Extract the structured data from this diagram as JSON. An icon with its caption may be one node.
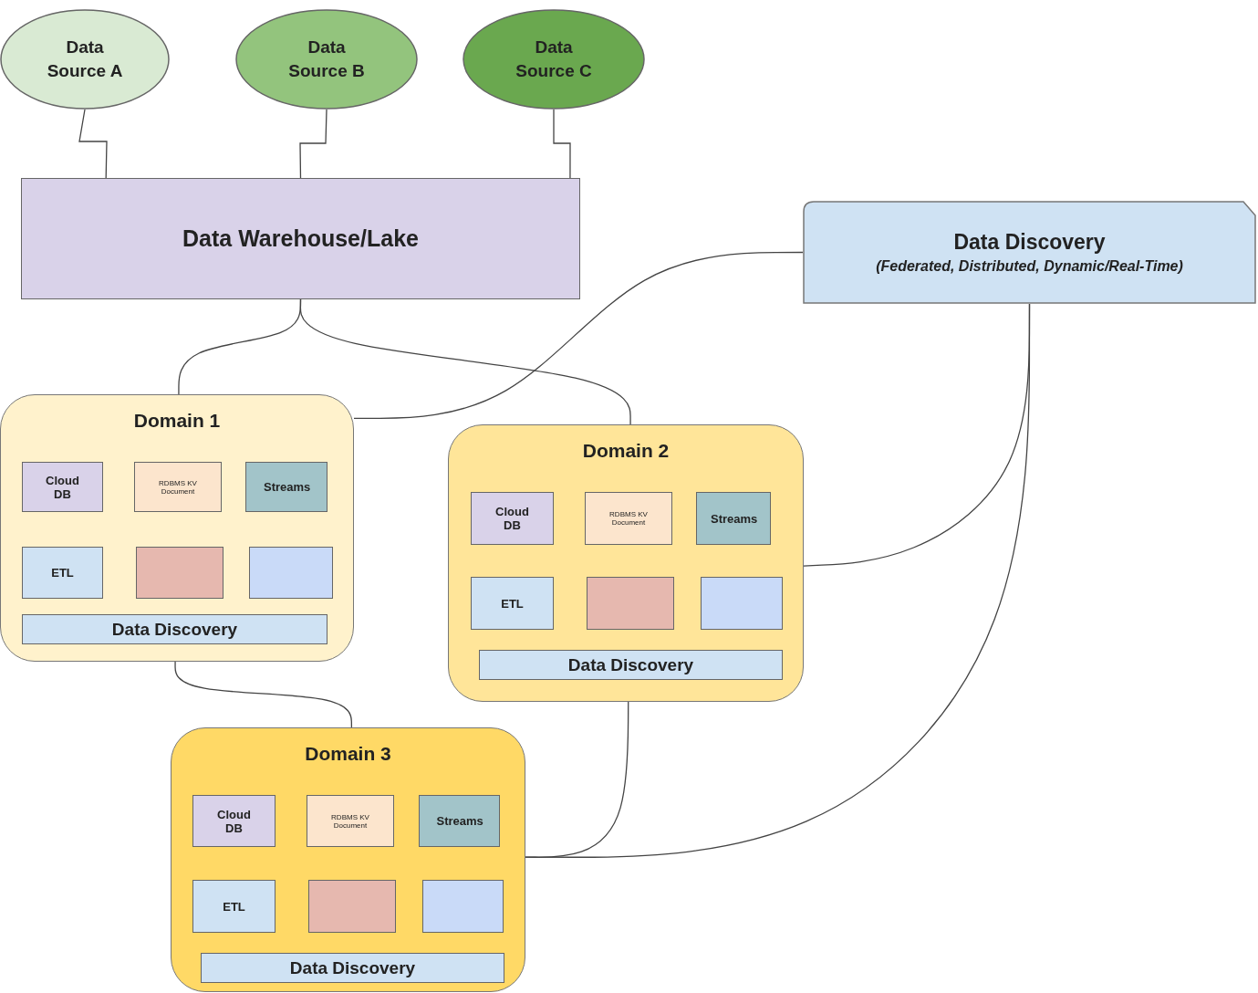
{
  "diagram": {
    "nodes": [
      {
        "text": [
          "Data Source A"
        ]
      },
      {
        "text": [
          "Data Source B"
        ]
      },
      {
        "text": [
          "Data Source C"
        ]
      },
      {
        "text": [
          "Data Warehouse/Lake"
        ]
      },
      {
        "text": [
          "Data Discovery",
          "(Federated, Distributed, Dynamic/Real-Time)"
        ]
      },
      {
        "text": [
          "Domain 1"
        ]
      },
      {
        "text": [
          "Cloud DB"
        ],
        "in": 5
      },
      {
        "text": [
          "RDBMS KV Document"
        ],
        "in": 5
      },
      {
        "text": [
          "Streams"
        ],
        "in": 5
      },
      {
        "text": [
          "ETL"
        ],
        "in": 5
      },
      {
        "text": [],
        "shape": "box",
        "in": 5
      },
      {
        "text": [],
        "shape": "box",
        "in": 5
      },
      {
        "text": [
          "Data Discovery"
        ],
        "in": 5
      },
      {
        "text": [
          "Domain 2"
        ]
      },
      {
        "text": [
          "Cloud DB"
        ],
        "in": 13
      },
      {
        "text": [
          "RDBMS KV Document"
        ],
        "in": 13
      },
      {
        "text": [
          "Streams"
        ],
        "in": 13
      },
      {
        "text": [
          "ETL"
        ],
        "in": 13
      },
      {
        "text": [],
        "shape": "box",
        "in": 13
      },
      {
        "text": [],
        "shape": "box",
        "in": 13
      },
      {
        "text": [
          "Data Discovery"
        ],
        "in": 13
      },
      {
        "text": [
          "Domain 3"
        ]
      },
      {
        "text": [
          "Cloud DB"
        ],
        "in": 21
      },
      {
        "text": [
          "RDBMS KV Document"
        ],
        "in": 21
      },
      {
        "text": [
          "Streams"
        ],
        "in": 21
      },
      {
        "text": [
          "ETL"
        ],
        "in": 21
      },
      {
        "text": [],
        "shape": "box",
        "in": 21
      },
      {
        "text": [],
        "shape": "box",
        "in": 21
      },
      {
        "text": [
          "Data Discovery"
        ],
        "in": 21
      }
    ],
    "edges": [
      {
        "from": 0,
        "to": 3,
        "arrow": "none"
      },
      {
        "from": 1,
        "to": 3,
        "arrow": "none"
      },
      {
        "from": 2,
        "to": 3,
        "arrow": "none"
      },
      {
        "from": 3,
        "to": 5,
        "arrow": "none"
      },
      {
        "from": 3,
        "to": 13,
        "arrow": "none"
      },
      {
        "from": 4,
        "to": 5,
        "arrow": "none"
      },
      {
        "from": 4,
        "to": 13,
        "arrow": "none"
      },
      {
        "from": 4,
        "to": 21,
        "arrow": "none"
      },
      {
        "from": 5,
        "to": 21,
        "arrow": "none"
      },
      {
        "from": 13,
        "to": 21,
        "arrow": "none"
      }
    ]
  }
}
